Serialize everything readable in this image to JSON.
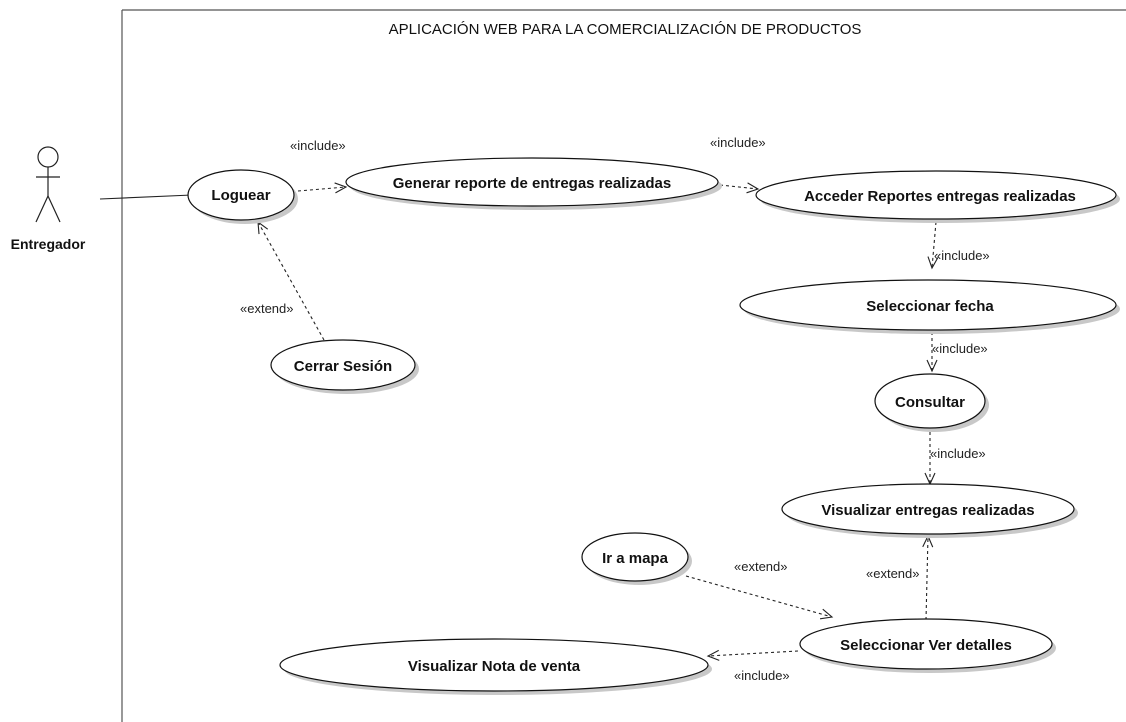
{
  "system": {
    "title": "APLICACIÓN WEB PARA LA COMERCIALIZACIÓN DE PRODUCTOS"
  },
  "actor": {
    "name": "Entregador"
  },
  "use_cases": {
    "loguear": "Loguear",
    "generar_reporte": "Generar reporte de entregas realizadas",
    "acceder_reportes": "Acceder Reportes entregas realizadas",
    "seleccionar_fecha": "Seleccionar fecha",
    "consultar": "Consultar",
    "visualizar_entregas": "Visualizar entregas realizadas",
    "cerrar_sesion": "Cerrar Sesión",
    "ir_a_mapa": "Ir a mapa",
    "seleccionar_ver_detalles": "Seleccionar Ver detalles",
    "visualizar_nota_venta": "Visualizar Nota de venta"
  },
  "relations": {
    "loguear_generar": "«include»",
    "generar_acceder": "«include»",
    "acceder_fecha": "«include»",
    "fecha_consultar": "«include»",
    "consultar_visualizar": "«include»",
    "cerrar_loguear": "«extend»",
    "mapa_detalles": "«extend»",
    "detalles_visualizar": "«extend»",
    "detalles_nota": "«include»"
  }
}
